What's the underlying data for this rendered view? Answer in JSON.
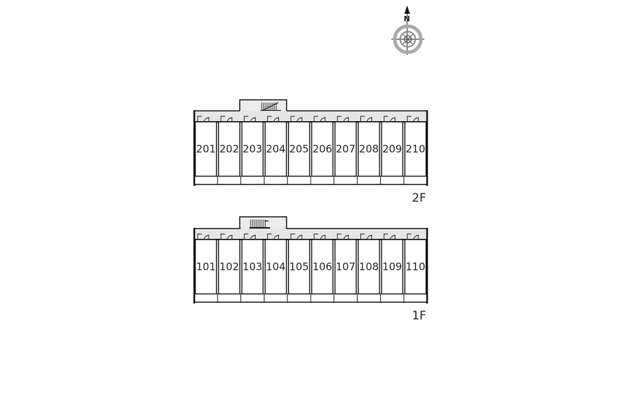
{
  "compass": {
    "north_label": "N"
  },
  "floors": [
    {
      "label": "2F",
      "rooms": [
        "201",
        "202",
        "203",
        "204",
        "205",
        "206",
        "207",
        "208",
        "209",
        "210"
      ],
      "stair_side": "right"
    },
    {
      "label": "1F",
      "rooms": [
        "101",
        "102",
        "103",
        "104",
        "105",
        "106",
        "107",
        "108",
        "109",
        "110"
      ],
      "stair_side": "left"
    }
  ],
  "colors": {
    "corridor": "#e6e6e6",
    "line": "#111111",
    "stair_fill": "#ececec"
  }
}
